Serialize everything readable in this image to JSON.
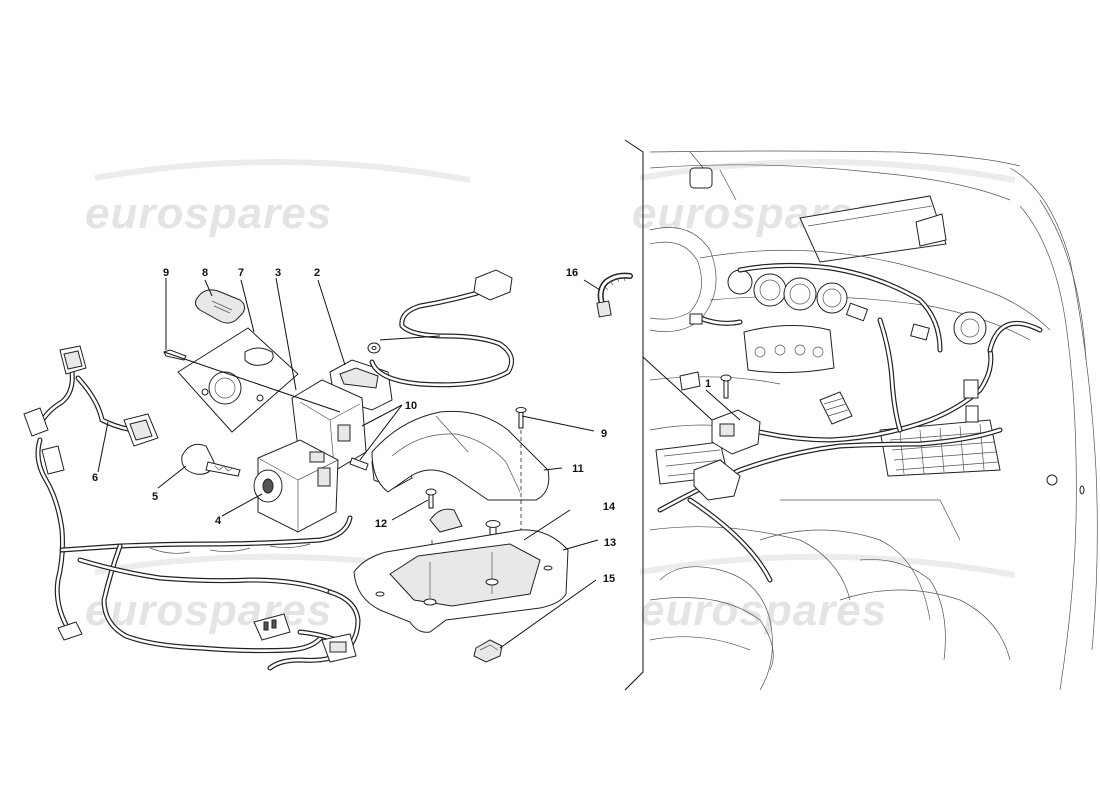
{
  "watermark": {
    "text": "eurospares",
    "color": "#e4e4e4"
  },
  "callouts": [
    {
      "id": "c1",
      "label": "1"
    },
    {
      "id": "c2",
      "label": "2"
    },
    {
      "id": "c3",
      "label": "3"
    },
    {
      "id": "c4",
      "label": "4"
    },
    {
      "id": "c5",
      "label": "5"
    },
    {
      "id": "c6",
      "label": "6"
    },
    {
      "id": "c7",
      "label": "7"
    },
    {
      "id": "c8",
      "label": "8"
    },
    {
      "id": "c9a",
      "label": "9"
    },
    {
      "id": "c9b",
      "label": "9"
    },
    {
      "id": "c10",
      "label": "10"
    },
    {
      "id": "c11",
      "label": "11"
    },
    {
      "id": "c12",
      "label": "12"
    },
    {
      "id": "c13",
      "label": "13"
    },
    {
      "id": "c14",
      "label": "14"
    },
    {
      "id": "c15",
      "label": "15"
    },
    {
      "id": "c16",
      "label": "16"
    }
  ],
  "icons": [
    "ignition-switch-icon",
    "key-icon",
    "wiring-harness-icon",
    "console-cover-icon",
    "cable-tie-icon",
    "car-interior-icon"
  ]
}
